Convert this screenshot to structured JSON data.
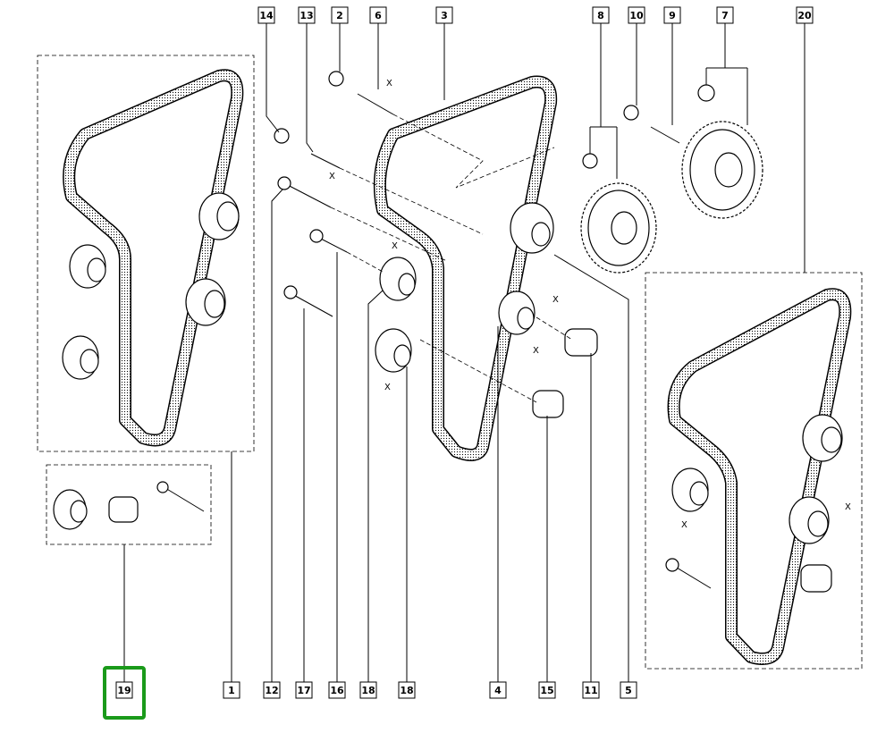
{
  "diagram": {
    "top_callouts": [
      "14",
      "13",
      "2",
      "6",
      "3",
      "8",
      "10",
      "9",
      "7",
      "20"
    ],
    "bottom_callouts": [
      "19",
      "1",
      "12",
      "17",
      "16",
      "18",
      "18",
      "4",
      "15",
      "11",
      "5"
    ],
    "dimension_mark": "X",
    "highlight_color": "#1a9a1a",
    "highlighted_callout": "19"
  }
}
